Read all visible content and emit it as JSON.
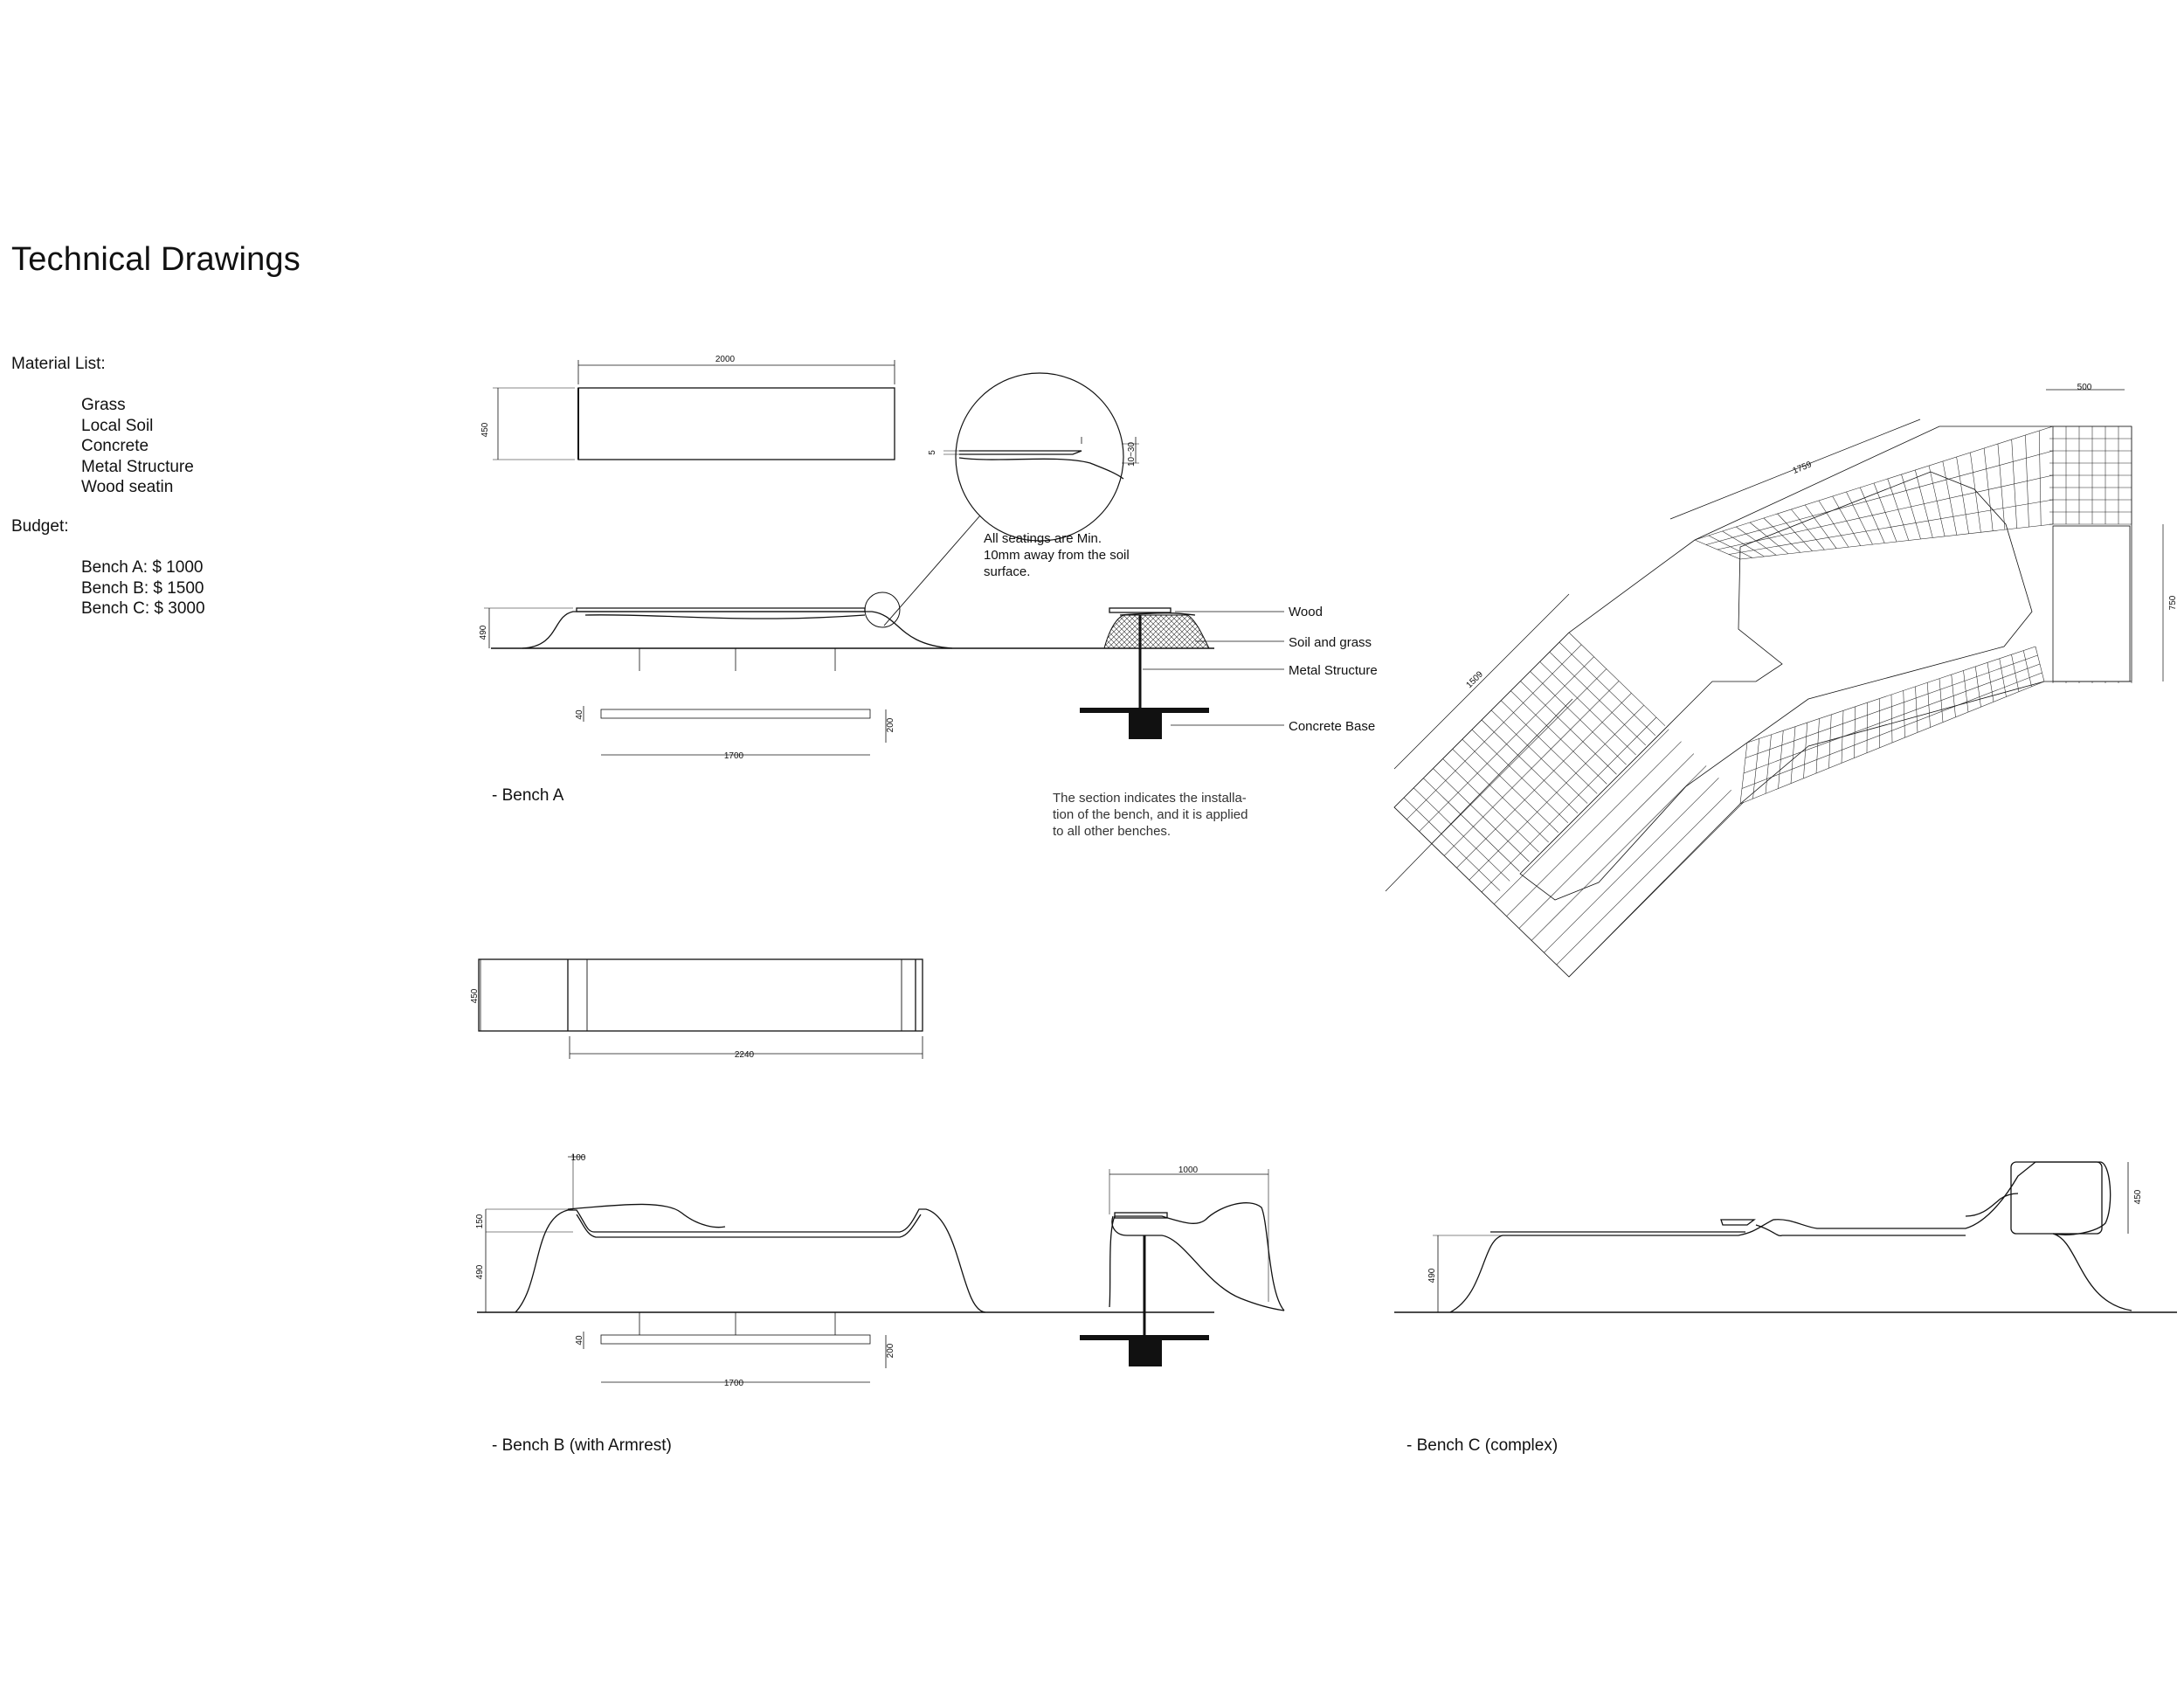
{
  "page": {
    "title": "Technical Drawings"
  },
  "materials": {
    "heading": "Material List:",
    "items": [
      "Grass",
      "Local Soil",
      "Concrete",
      "Metal Structure",
      "Wood seatin"
    ]
  },
  "budget": {
    "heading": "Budget:",
    "items": [
      "Bench A: $ 1000",
      "Bench B: $ 1500",
      "Bench C: $ 3000"
    ]
  },
  "bench_a": {
    "caption": "- Bench A",
    "dim_top_width": "2000",
    "dim_top_depth": "450",
    "dim_elevation_height": "490",
    "dim_base_width": "1700",
    "dim_base_height": "200",
    "dim_base_offset": "40",
    "detail_dim_thickness": "5",
    "detail_dim_gap": "10~30",
    "detail_note": [
      "All seatings are Min.",
      "10mm away from the soil",
      "surface."
    ]
  },
  "section": {
    "labels": [
      "Wood",
      "Soil and grass",
      "Metal Structure",
      "Concrete Base"
    ],
    "note": [
      "The section indicates the installa-",
      "tion of the bench, and it is applied",
      "to all other benches."
    ]
  },
  "bench_b": {
    "caption": "- Bench B (with Armrest)",
    "dim_top_width": "2240",
    "dim_top_depth": "450",
    "dim_armrest": "100",
    "dim_armrest_height": "150",
    "dim_elevation_height": "490",
    "dim_base_width": "1700",
    "dim_base_height": "200",
    "dim_base_offset": "40",
    "dim_section_width": "1000"
  },
  "bench_c": {
    "caption": "- Bench C (complex)",
    "dim_plan_a": "1759",
    "dim_plan_b": "1509",
    "dim_plan_c": "500",
    "dim_plan_d": "750",
    "dim_elevation_height": "490",
    "dim_back_height": "450"
  }
}
